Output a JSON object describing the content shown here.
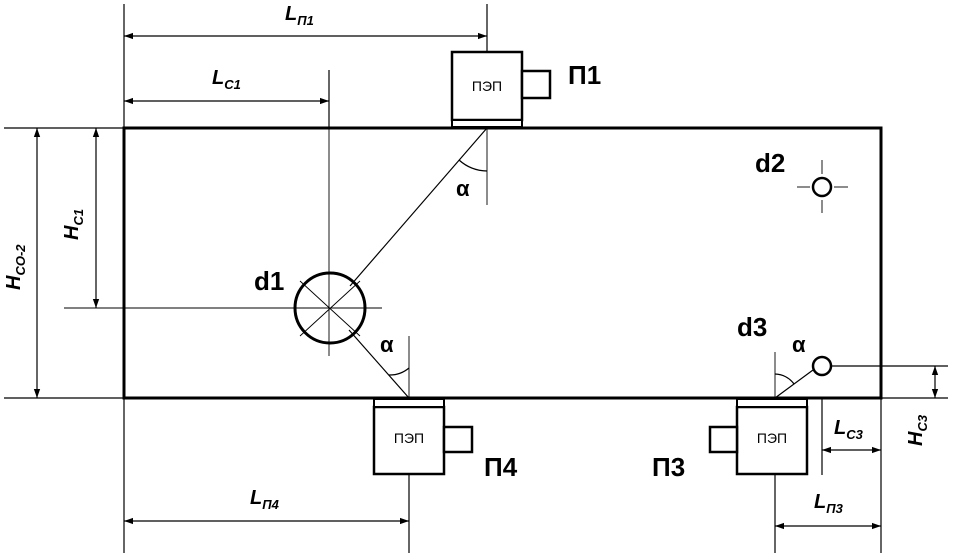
{
  "labels": {
    "lp1_main": "L",
    "lp1_sub": "П1",
    "lc1_main": "L",
    "lc1_sub": "C1",
    "hc1_main": "H",
    "hc1_sub": "C1",
    "hco2_main": "H",
    "hco2_sub": "CO-2",
    "lp4_main": "L",
    "lp4_sub": "П4",
    "lc3_main": "L",
    "lc3_sub": "C3",
    "hc3_main": "H",
    "hc3_sub": "C3",
    "lp3_main": "L",
    "lp3_sub": "П3"
  },
  "transducers": {
    "p1": {
      "name": "П1",
      "text": "ПЭП"
    },
    "p3": {
      "name": "П3",
      "text": "ПЭП"
    },
    "p4": {
      "name": "П4",
      "text": "ПЭП"
    }
  },
  "defects": {
    "d1": "d1",
    "d2": "d2",
    "d3": "d3"
  },
  "angle_symbol": "α"
}
